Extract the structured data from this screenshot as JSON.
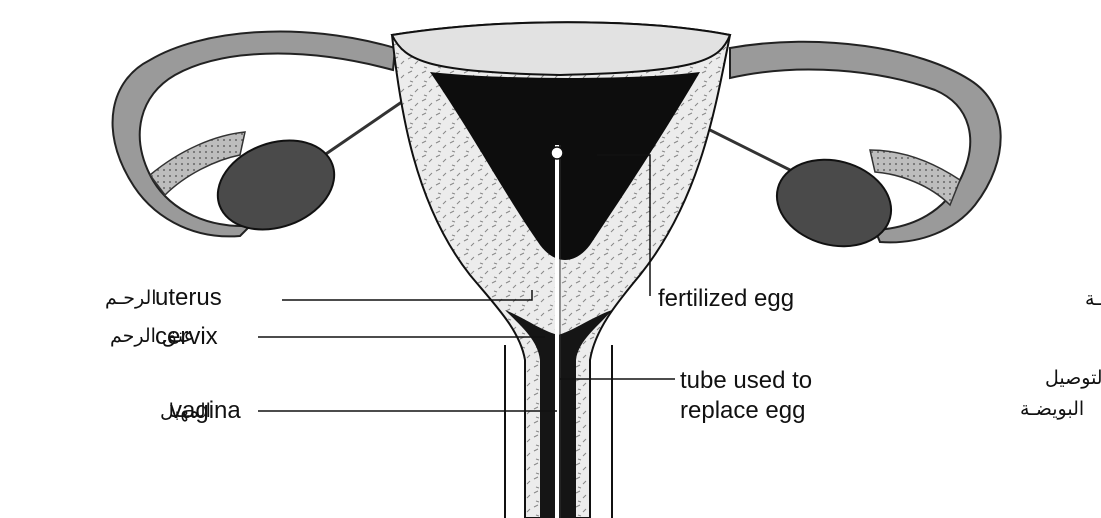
{
  "diagram": {
    "labels": {
      "uterus": {
        "en": "uterus",
        "ar": "الرحـم"
      },
      "cervix": {
        "en": "cervix",
        "ar": "عنق الرحم"
      },
      "vagina": {
        "en": "vagina",
        "ar": "المهبل"
      },
      "fertilized_egg": {
        "en": "fertilized egg",
        "ar": "البويضة المخصبـة"
      },
      "tube": {
        "en_line1": "tube used to",
        "en_line2": "replace egg",
        "ar_line1": "أنبوبة لتوصيل",
        "ar_line2": "البويضـة"
      }
    },
    "colors": {
      "ink": "#111111",
      "tissue": "#e6e6e6",
      "cavity": "#0d0d0d",
      "ovary": "#4a4a4a",
      "tube": "#ffffff",
      "background": "#ffffff"
    }
  }
}
